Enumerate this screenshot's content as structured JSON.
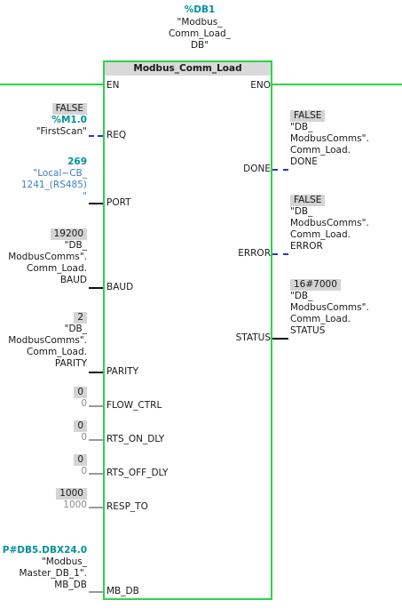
{
  "instance": {
    "name": "%DB1",
    "db_lines": [
      "\"Modbus_",
      "Comm_Load_",
      "DB\""
    ]
  },
  "block": {
    "title": "Modbus_Comm_Load",
    "pins_in": [
      "EN",
      "REQ",
      "PORT",
      "BAUD",
      "PARITY",
      "FLOW_CTRL",
      "RTS_ON_DLY",
      "RTS_OFF_DLY",
      "RESP_TO",
      "MB_DB"
    ],
    "pins_out": [
      "ENO",
      "DONE",
      "ERROR",
      "STATUS"
    ]
  },
  "inputs": {
    "req": {
      "value": "FALSE",
      "address": "%M1.0",
      "tag": "\"FirstScan\""
    },
    "port": {
      "value": "269",
      "tag_lines": [
        "\"Local~CB_",
        "1241_(RS485)",
        "\""
      ]
    },
    "baud": {
      "value": "19200",
      "tag_lines": [
        "\"DB_",
        "ModbusComms\".",
        "Comm_Load.",
        "BAUD"
      ]
    },
    "parity": {
      "value": "2",
      "tag_lines": [
        "\"DB_",
        "ModbusComms\".",
        "Comm_Load.",
        "PARITY"
      ]
    },
    "flow_ctrl": {
      "value": "0",
      "default": "0"
    },
    "rts_on_dly": {
      "value": "0",
      "default": "0"
    },
    "rts_off_dly": {
      "value": "0",
      "default": "0"
    },
    "resp_to": {
      "value": "1000",
      "default": "1000"
    },
    "mb_db": {
      "value": "P#DB5.DBX24.0",
      "tag_lines": [
        "\"Modbus_",
        "Master_DB_1\".",
        "MB_DB"
      ]
    }
  },
  "outputs": {
    "done": {
      "value": "FALSE",
      "tag_lines": [
        "\"DB_",
        "ModbusComms\".",
        "Comm_Load.",
        "DONE"
      ]
    },
    "error": {
      "value": "FALSE",
      "tag_lines": [
        "\"DB_",
        "ModbusComms\".",
        "Comm_Load.",
        "ERROR"
      ]
    },
    "status": {
      "value": "16#7000",
      "tag_lines": [
        "\"DB_",
        "ModbusComms\".",
        "Comm_Load.",
        "STATUS"
      ]
    }
  },
  "colors": {
    "power_rail": "#2ed24a",
    "instance_text": "#00919b",
    "constant_text": "#3f7fc0",
    "value_badge": "#d4d4d4",
    "bool_wire": "#1f3ad0"
  }
}
